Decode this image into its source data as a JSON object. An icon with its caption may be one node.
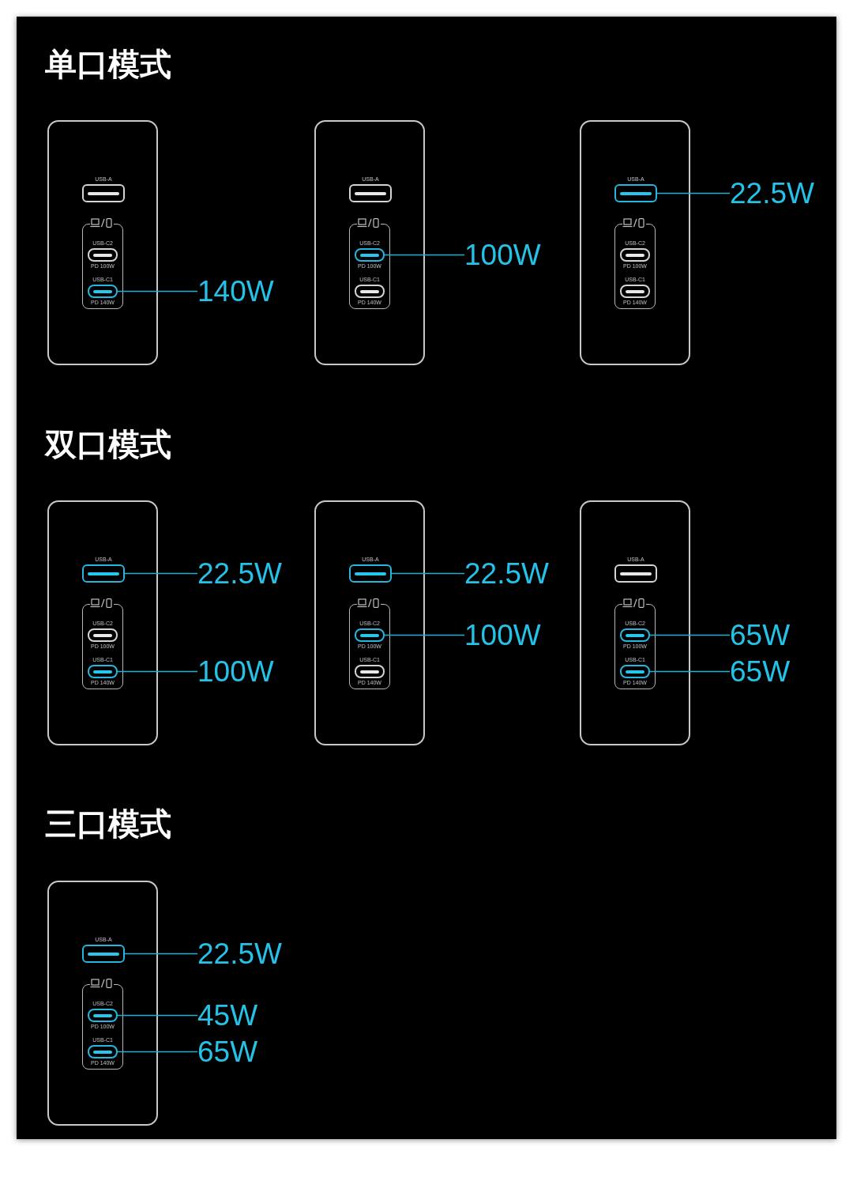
{
  "diagram": {
    "nodes": [
      {
        "text": [],
        "shape": "box"
      },
      {
        "text": [
          "USB-A"
        ],
        "in": 0
      },
      {
        "text": [],
        "shape": "box",
        "in": 0
      },
      {
        "text": [
          "USB-C2",
          "PD 100W"
        ],
        "in": 2
      },
      {
        "text": [
          "USB-C1",
          "PD 140W"
        ],
        "in": 2
      },
      {
        "text": [
          "140W"
        ]
      },
      {
        "text": [],
        "shape": "box"
      },
      {
        "text": [
          "USB-A"
        ],
        "in": 6
      },
      {
        "text": [],
        "shape": "box",
        "in": 6
      },
      {
        "text": [
          "USB-C2",
          "PD 100W"
        ],
        "in": 8
      },
      {
        "text": [
          "USB-C1",
          "PD 140W"
        ],
        "in": 8
      },
      {
        "text": [
          "100W"
        ]
      },
      {
        "text": [],
        "shape": "box"
      },
      {
        "text": [
          "USB-A"
        ],
        "in": 12
      },
      {
        "text": [],
        "shape": "box",
        "in": 12
      },
      {
        "text": [
          "USB-C2",
          "PD 100W"
        ],
        "in": 14
      },
      {
        "text": [
          "USB-C1",
          "PD 140W"
        ],
        "in": 14
      },
      {
        "text": [
          "22.5W"
        ]
      },
      {
        "text": [],
        "shape": "box"
      },
      {
        "text": [
          "USB-A"
        ],
        "in": 18
      },
      {
        "text": [],
        "shape": "box",
        "in": 18
      },
      {
        "text": [
          "USB-C2",
          "PD 100W"
        ],
        "in": 20
      },
      {
        "text": [
          "USB-C1",
          "PD 140W"
        ],
        "in": 20
      },
      {
        "text": [
          "22.5W"
        ]
      },
      {
        "text": [
          "100W"
        ]
      },
      {
        "text": [],
        "shape": "box"
      },
      {
        "text": [
          "USB-A"
        ],
        "in": 25
      },
      {
        "text": [],
        "shape": "box",
        "in": 25
      },
      {
        "text": [
          "USB-C2",
          "PD 100W"
        ],
        "in": 27
      },
      {
        "text": [
          "USB-C1",
          "PD 140W"
        ],
        "in": 27
      },
      {
        "text": [
          "22.5W"
        ]
      },
      {
        "text": [
          "100W"
        ]
      },
      {
        "text": [],
        "shape": "box"
      },
      {
        "text": [
          "USB-A"
        ],
        "in": 32
      },
      {
        "text": [],
        "shape": "box",
        "in": 32
      },
      {
        "text": [
          "USB-C2",
          "PD 100W"
        ],
        "in": 34
      },
      {
        "text": [
          "USB-C1",
          "PD 140W"
        ],
        "in": 34
      },
      {
        "text": [
          "65W"
        ]
      },
      {
        "text": [
          "65W"
        ]
      },
      {
        "text": [],
        "shape": "box"
      },
      {
        "text": [
          "USB-A"
        ],
        "in": 39
      },
      {
        "text": [],
        "shape": "box",
        "in": 39
      },
      {
        "text": [
          "USB-C2",
          "PD 100W"
        ],
        "in": 41
      },
      {
        "text": [
          "USB-C1",
          "PD 140W"
        ],
        "in": 41
      },
      {
        "text": [
          "22.5W"
        ]
      },
      {
        "text": [
          "45W"
        ]
      },
      {
        "text": [
          "65W"
        ]
      }
    ],
    "edges": [
      {
        "from": 5,
        "to": 4,
        "arrow": "none"
      },
      {
        "from": 11,
        "to": 9,
        "arrow": "none"
      },
      {
        "from": 17,
        "to": 13,
        "arrow": "none"
      },
      {
        "from": 23,
        "to": 19,
        "arrow": "none"
      },
      {
        "from": 24,
        "to": 22,
        "arrow": "none"
      },
      {
        "from": 30,
        "to": 26,
        "arrow": "none"
      },
      {
        "from": 31,
        "to": 28,
        "arrow": "none"
      },
      {
        "from": 37,
        "to": 35,
        "arrow": "none"
      },
      {
        "from": 38,
        "to": 36,
        "arrow": "none"
      },
      {
        "from": 44,
        "to": 40,
        "arrow": "none"
      },
      {
        "from": 45,
        "to": 42,
        "arrow": "none"
      },
      {
        "from": 46,
        "to": 43,
        "arrow": "none"
      }
    ],
    "labels": [
      "单口模式",
      "双口模式",
      "三口模式"
    ]
  }
}
